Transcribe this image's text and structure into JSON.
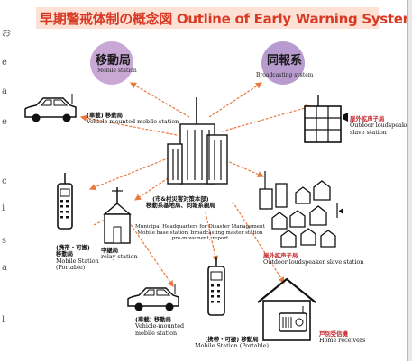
{
  "title": "早期警戒体制の概念図 Outline of Early Warning Systems",
  "left_strip_chars": [
    "お",
    "e",
    "a",
    "e",
    "c",
    "i",
    "s",
    "a",
    "l"
  ],
  "colors": {
    "title_text": "#d93a26",
    "title_bg": "#fde1d4",
    "arrow": "#e87a40",
    "mobile_circle": "#c9a8d6",
    "broadcast_circle": "#b89cd0",
    "label_red": "#c2272d"
  },
  "nodes": {
    "mobile_group": {
      "jp": "移動局",
      "en": "Mobile station"
    },
    "broadcast_group": {
      "jp": "同報系",
      "en": "Broadcasting system"
    },
    "hq": {
      "jp_1": "(市&村災害対策本部)",
      "jp_2": "移動系基地局、同報系親局",
      "en_1": "Municipal Headquarters for Disaster Management",
      "en_2": "Mobile base station, broadcasting master station",
      "en_3": "pre-movement, report"
    },
    "vehicle_top": {
      "jp": "(車載) 移動局",
      "en": "Vehicle-mounted mobile station"
    },
    "outdoor_slave_top": {
      "jp": "屋外拡声子局",
      "en_1": "Outdoor loudspeaker",
      "en_2": "slave station"
    },
    "portable_left": {
      "jp_1": "(携帯・可搬)",
      "jp_2": "移動局",
      "en_1": "Mobile Station",
      "en_2": "(Portable)"
    },
    "relay": {
      "jp": "中継局",
      "en": "relay station"
    },
    "outdoor_slave_right": {
      "jp": "屋外拡声子局",
      "en": "Outdoor loudspeaker slave station"
    },
    "vehicle_bottom": {
      "jp": "(車載) 移動局",
      "en_1": "Vehicle-mounted",
      "en_2": "mobile station"
    },
    "portable_bottom": {
      "jp": "(携帯・可搬) 移動局",
      "en": "Mobile Station (Portable)"
    },
    "home_receiver": {
      "jp": "戸別受信機",
      "en": "Home receivers"
    }
  }
}
